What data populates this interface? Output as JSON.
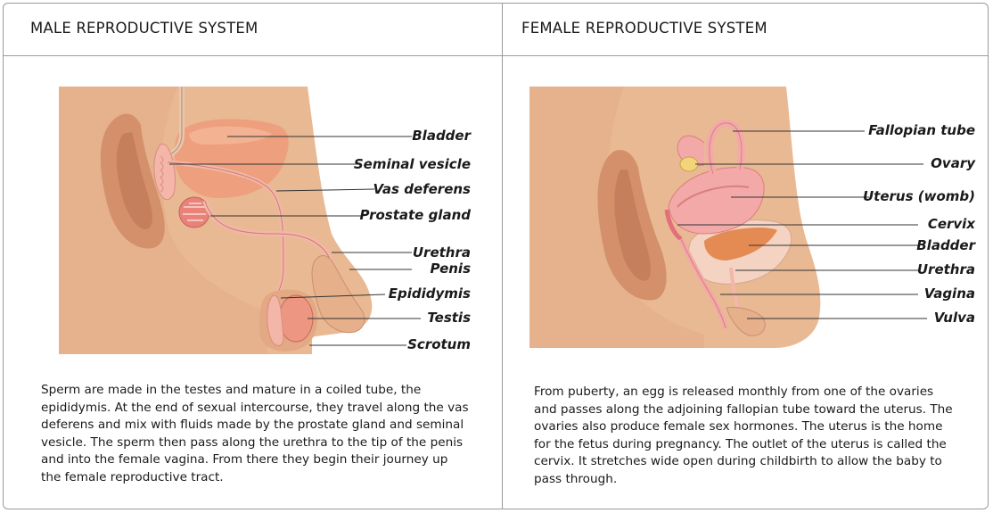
{
  "panels": {
    "male": {
      "title": "MALE REPRODUCTIVE SYSTEM",
      "labels": [
        "Bladder",
        "Seminal vesicle",
        "Vas deferens",
        "Prostate gland",
        "Urethra",
        "Penis",
        "Epididymis",
        "Testis",
        "Scrotum"
      ],
      "description": "Sperm are made in the testes and mature in a coiled tube, the epididymis. At the end of sexual intercourse, they travel along the vas deferens and mix with fluids made by the prostate gland and seminal vesicle. The sperm then pass along the urethra to the tip of the penis and into the female vagina. From there they begin their journey up the female reproductive tract."
    },
    "female": {
      "title": "FEMALE REPRODUCTIVE SYSTEM",
      "labels": [
        "Fallopian tube",
        "Ovary",
        "Uterus (womb)",
        "Cervix",
        "Bladder",
        "Urethra",
        "Vagina",
        "Vulva"
      ],
      "description": "From puberty, an egg is released monthly from one of the ovaries and passes along the adjoining fallopian tube toward the uterus. The ovaries also produce female sex hormones. The uterus is the home for the fetus during pregnancy. The outlet of the uterus is called the cervix. It stretches wide open during childbirth to allow the baby to pass through."
    }
  },
  "colors": {
    "skin": "#e8b792",
    "skin_dark": "#d89873",
    "organ": "#f1a888",
    "pink": "#f3b1ad",
    "border": "#9a9a9a"
  }
}
